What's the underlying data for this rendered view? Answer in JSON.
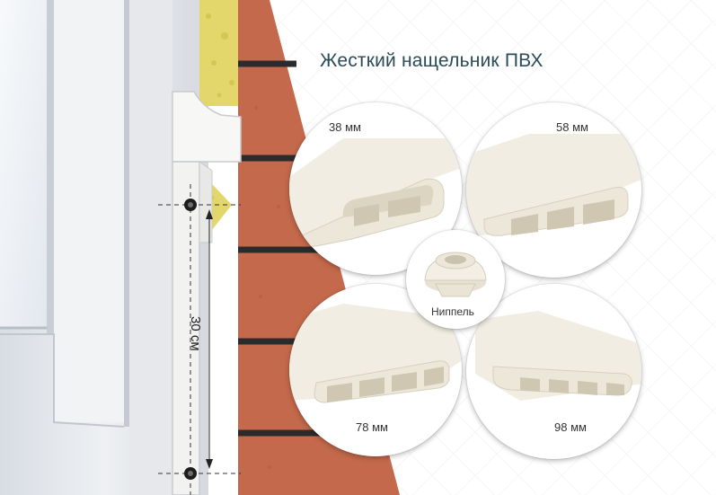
{
  "title": "Жесткий нащельник ПВХ",
  "dimension_label": "30 см",
  "profiles": [
    {
      "label": "38 мм"
    },
    {
      "label": "58 мм"
    },
    {
      "label": "78 мм"
    },
    {
      "label": "98 мм"
    }
  ],
  "nipple": {
    "label": "Ниппель"
  },
  "colors": {
    "title": "#2a4b58",
    "brick": "#c4694b",
    "mortar": "#2b2b2b",
    "window_frame": "#e4e6ea",
    "profile_plastic": "#eeeade",
    "insulation": "#e3d66a"
  }
}
